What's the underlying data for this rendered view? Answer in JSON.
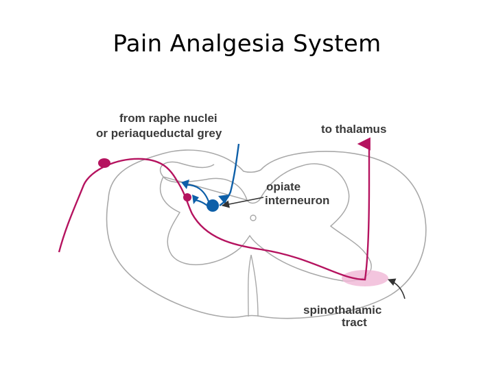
{
  "slide": {
    "title": "Pain Analgesia System"
  },
  "diagram": {
    "labels": {
      "raphe_line1": "from raphe nuclei",
      "raphe_line2": "or periaqueductal grey",
      "thalamus": "to thalamus",
      "opiate_line1": "opiate",
      "opiate_line2": "interneuron",
      "tract_line1": "spinothalamic",
      "tract_line2": "tract"
    },
    "colors": {
      "sensory_neuron": "#b5135f",
      "opiate_neuron": "#0d5fa8",
      "tract_highlight": "#f0b7d6",
      "outline": "#a8a8a8",
      "arrow": "#333333"
    }
  }
}
